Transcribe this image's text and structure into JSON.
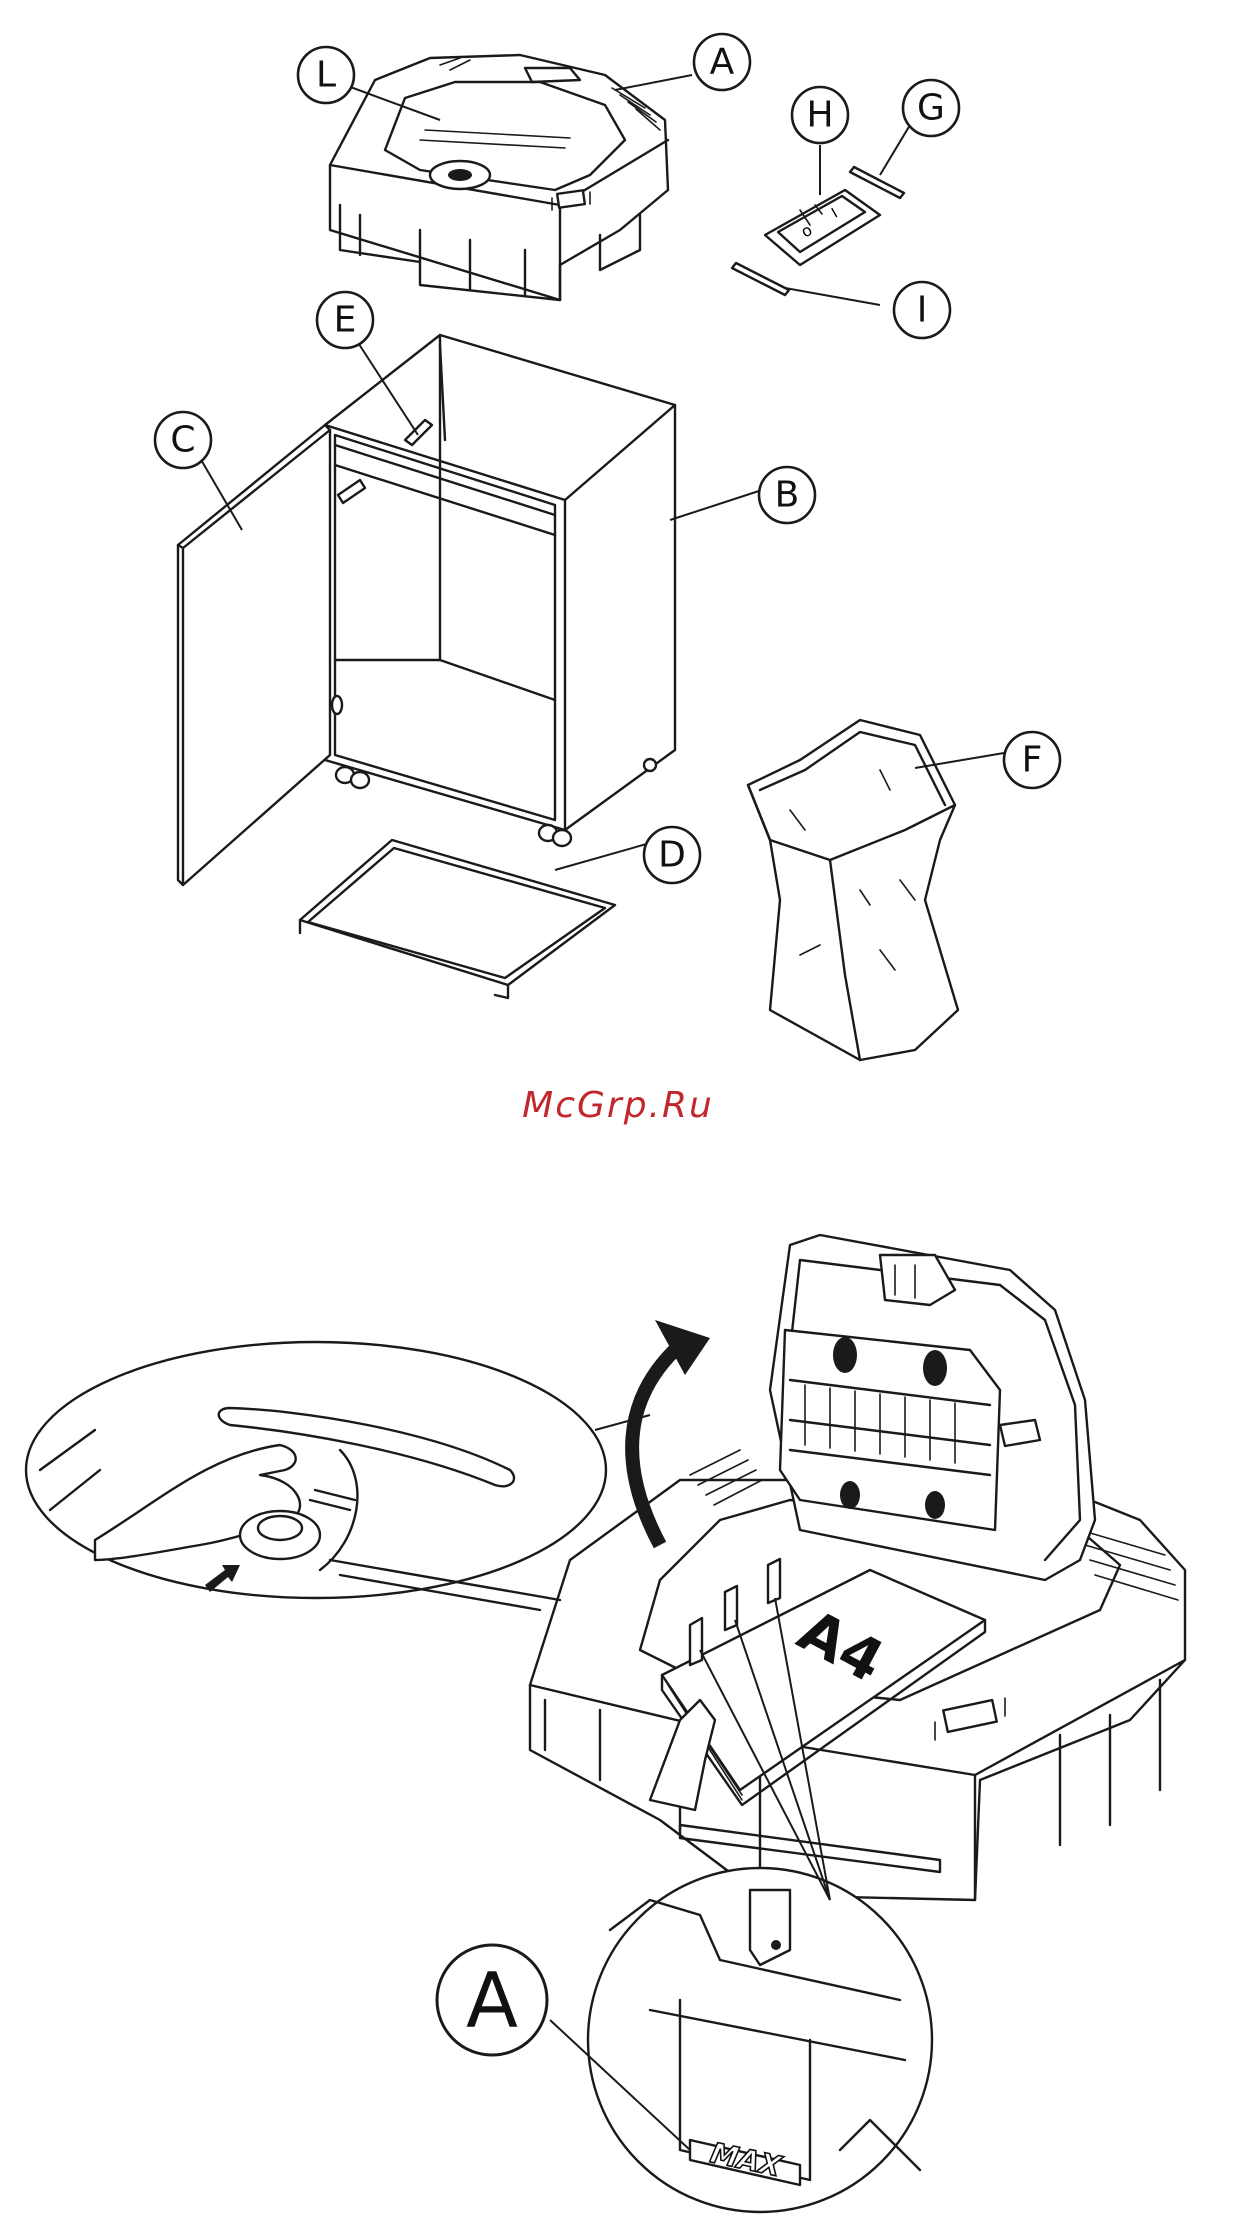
{
  "figure_top": {
    "callouts": [
      "A",
      "B",
      "C",
      "D",
      "E",
      "F",
      "G",
      "H",
      "I",
      "L"
    ]
  },
  "watermark": "McGrp.Ru",
  "figure_bottom": {
    "paper_label": "A4",
    "max_label": "MAX",
    "callout": "A"
  }
}
